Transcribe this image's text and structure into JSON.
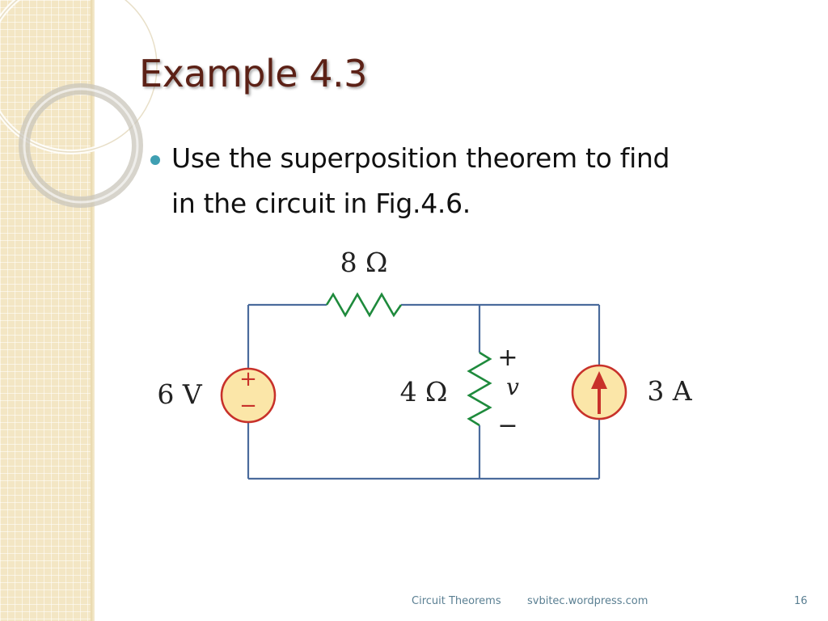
{
  "slide": {
    "title": "Example 4.3",
    "bullet_line1": "Use the superposition theorem to find",
    "bullet_line2": "in the circuit in Fig.4.6."
  },
  "circuit": {
    "resistor_top_label": "8 Ω",
    "resistor_mid_label": "4 Ω",
    "voltage_source_label": "6 V",
    "current_source_label": "3 A",
    "voltage_variable": "v",
    "plus_sign": "+",
    "minus_sign": "−"
  },
  "footer": {
    "course": "Circuit Theorems",
    "site": "svbitec.wordpress.com",
    "page": "16"
  },
  "colors": {
    "title": "#5c2116",
    "bullet": "#3f9fb2",
    "wire": "#4a6b9c",
    "resistor": "#1e8a3c",
    "source_fill": "#fbe6a8",
    "source_stroke": "#c8312a",
    "sidebar": "#f3e6c4",
    "footer_text": "#5a7f92"
  }
}
